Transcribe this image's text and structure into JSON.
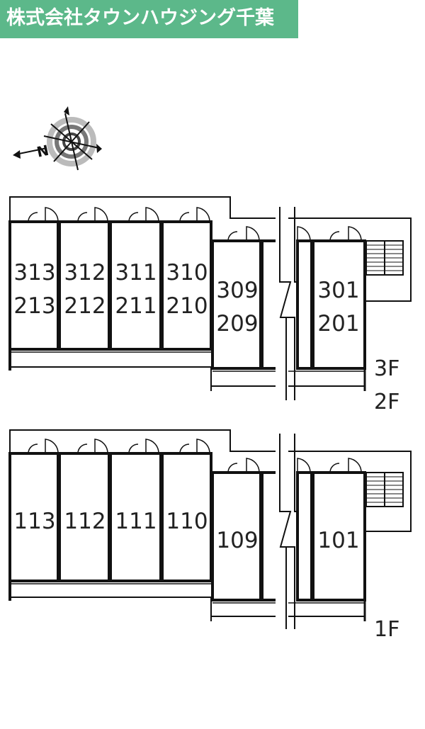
{
  "company": "株式会社タウンハウジング千葉",
  "compass_label": "N",
  "upper_block": {
    "floor_top": "3F",
    "floor_bottom": "2F",
    "units": [
      {
        "top": "313",
        "bottom": "213"
      },
      {
        "top": "312",
        "bottom": "212"
      },
      {
        "top": "311",
        "bottom": "211"
      },
      {
        "top": "310",
        "bottom": "210"
      },
      {
        "top": "309",
        "bottom": "209"
      },
      {
        "top": "301",
        "bottom": "201"
      }
    ]
  },
  "lower_block": {
    "floor": "1F",
    "units": [
      "113",
      "112",
      "111",
      "110",
      "109",
      "101"
    ]
  },
  "colors": {
    "banner": "#5cb88a",
    "lines": "#111111"
  }
}
